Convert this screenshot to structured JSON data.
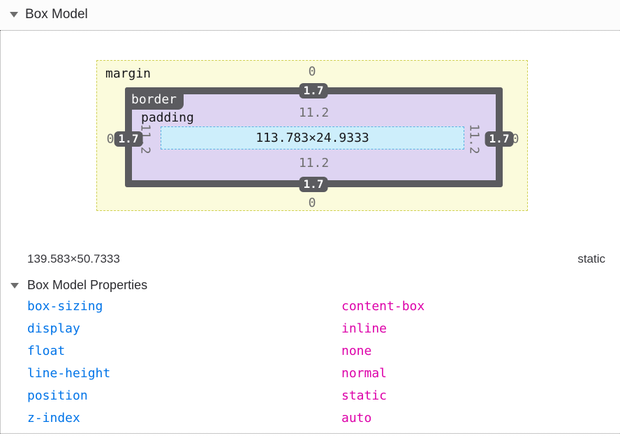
{
  "header": {
    "title": "Box Model"
  },
  "diagram": {
    "layers": {
      "margin": "margin",
      "border": "border",
      "padding": "padding"
    },
    "values": {
      "margin_top": "0",
      "margin_right": "0",
      "margin_bottom": "0",
      "margin_left": "0",
      "border_top": "1.7",
      "border_right": "1.7",
      "border_bottom": "1.7",
      "border_left": "1.7",
      "padding_top": "11.2",
      "padding_right": "11.2",
      "padding_bottom": "11.2",
      "padding_left": "11.2",
      "content": "113.783×24.9333"
    }
  },
  "summary": {
    "dimensions": "139.583×50.7333",
    "position": "static"
  },
  "properties": {
    "title": "Box Model Properties",
    "items": [
      {
        "name": "box-sizing",
        "value": "content-box"
      },
      {
        "name": "display",
        "value": "inline"
      },
      {
        "name": "float",
        "value": "none"
      },
      {
        "name": "line-height",
        "value": "normal"
      },
      {
        "name": "position",
        "value": "static"
      },
      {
        "name": "z-index",
        "value": "auto"
      }
    ]
  },
  "colors": {
    "margin_fill": "#fbfbdc",
    "margin_border": "#d0d054",
    "border_fill": "#5b5b5f",
    "padding_fill": "#ded4f2",
    "content_fill": "#cdeefb",
    "content_border": "#5bb2e2",
    "property_name_text": "#0074e8",
    "property_value_text": "#dd00a9",
    "dimension_value_text": "#6e6e6e"
  }
}
